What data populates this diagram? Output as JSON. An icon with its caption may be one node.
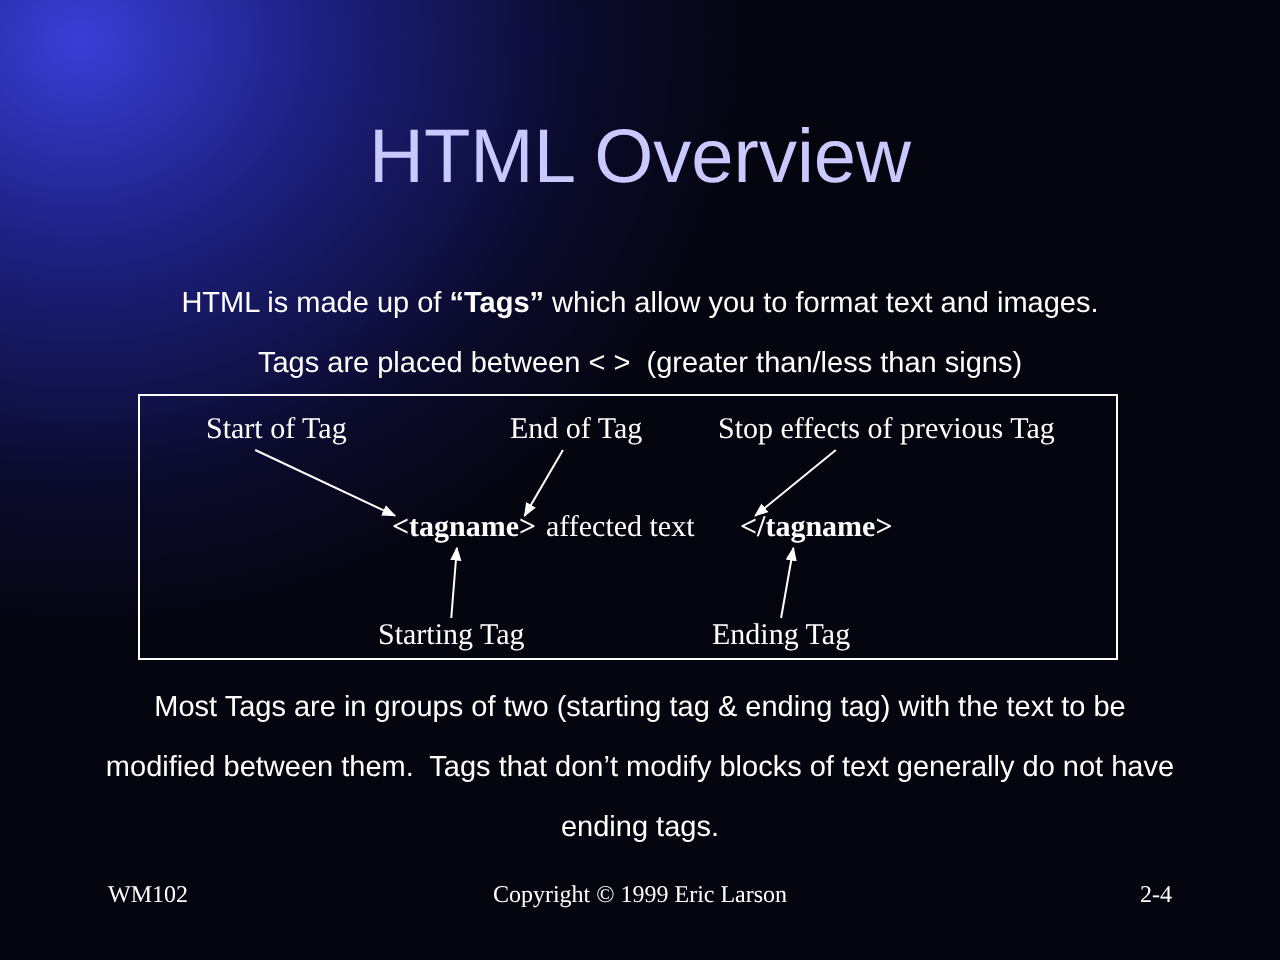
{
  "diagram": {
    "title": "HTML Overview",
    "nodes": [
      {
        "text": [],
        "shape": "box"
      },
      {
        "text": [
          "Start of Tag"
        ],
        "in": 0
      },
      {
        "text": [
          "End of Tag"
        ],
        "in": 0
      },
      {
        "text": [
          "Stop effects of previous Tag"
        ],
        "in": 0
      },
      {
        "text": [
          "<tagname>"
        ],
        "in": 0
      },
      {
        "text": [
          "affected text"
        ],
        "in": 0
      },
      {
        "text": [
          "</tagname>"
        ],
        "in": 0
      },
      {
        "text": [
          "Starting Tag"
        ],
        "in": 0
      },
      {
        "text": [
          "Ending Tag"
        ],
        "in": 0
      }
    ],
    "edges": [
      {
        "from": 1,
        "to": 4,
        "arrow": "to"
      },
      {
        "from": 2,
        "to": 4,
        "arrow": "to"
      },
      {
        "from": 3,
        "to": 6,
        "arrow": "to"
      },
      {
        "from": 7,
        "to": 4,
        "arrow": "to"
      },
      {
        "from": 8,
        "to": 6,
        "arrow": "to"
      }
    ],
    "labels": [
      "HTML is made up of **“Tags”** which allow you to format text and images.",
      "Tags are placed between < >  (greater than/less than signs)",
      "Most Tags are in groups of two (starting tag & ending tag) with the text to be modified between them.  Tags that don’t modify blocks of text generally do not have ending tags.",
      "WM102",
      "Copyright © 1999 Eric Larson",
      "2-4"
    ]
  }
}
